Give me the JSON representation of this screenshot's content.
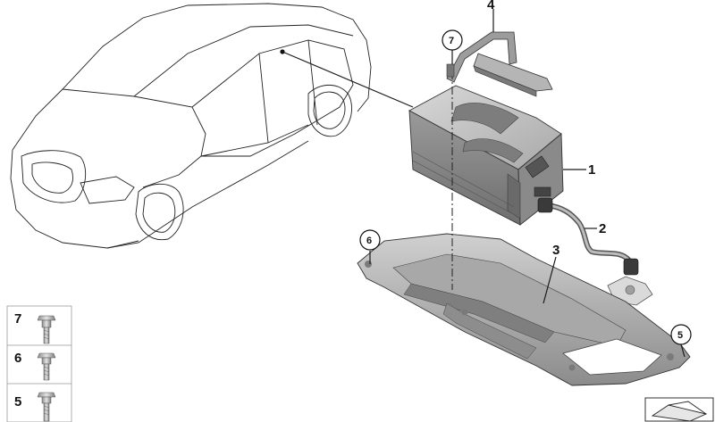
{
  "callouts": [
    {
      "num": "1",
      "circled": false
    },
    {
      "num": "2",
      "circled": false
    },
    {
      "num": "3",
      "circled": false
    },
    {
      "num": "4",
      "circled": false
    },
    {
      "num": "5",
      "circled": true
    },
    {
      "num": "6",
      "circled": true
    },
    {
      "num": "7",
      "circled": true
    }
  ],
  "fastener_legend": [
    {
      "num": "7"
    },
    {
      "num": "6"
    },
    {
      "num": "5"
    }
  ],
  "icon": "parts-symbol-icon"
}
